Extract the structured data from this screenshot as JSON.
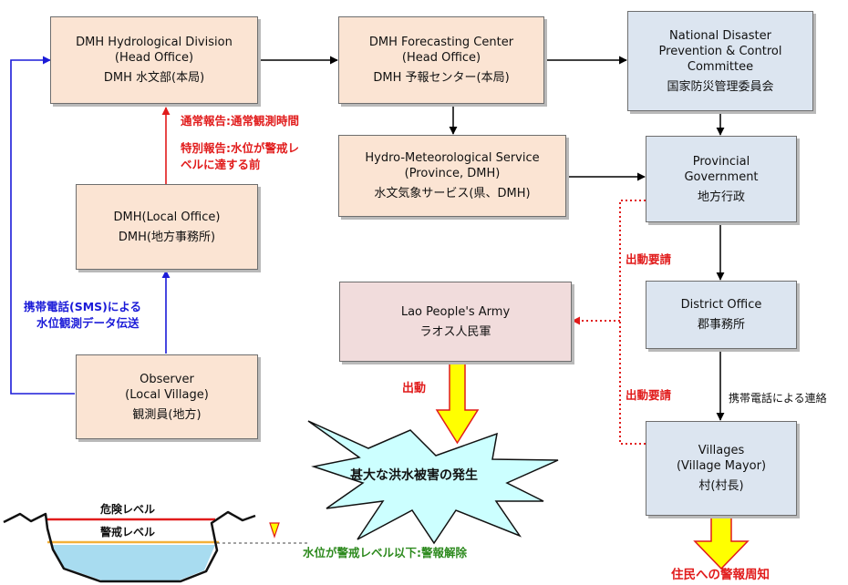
{
  "boxes": {
    "hydro_div": {
      "line1": "DMH Hydrological Division",
      "line2": "(Head Office)",
      "jp": "DMH 水文部(本局)"
    },
    "forecast": {
      "line1": "DMH Forecasting Center",
      "line2": "(Head Office)",
      "jp": "DMH 予報センター(本局)"
    },
    "ndpcc": {
      "line1": "National Disaster",
      "line2": "Prevention & Control",
      "line3": "Committee",
      "jp": "国家防災管理委員会"
    },
    "hms": {
      "line1": "Hydro-Meteorological Service",
      "line2": "(Province, DMH)",
      "jp": "水文気象サービス(県、DMH)"
    },
    "provincial": {
      "line1": "Provincial",
      "line2": "Government",
      "jp": "地方行政"
    },
    "local_office": {
      "line1": "DMH(Local Office)",
      "jp": "DMH(地方事務所)"
    },
    "army": {
      "line1": "Lao People's Army",
      "jp": "ラオス人民軍"
    },
    "district": {
      "line1": "District Office",
      "jp": "郡事務所"
    },
    "observer": {
      "line1": "Observer",
      "line2": "(Local Village)",
      "jp": "観測員(地方)"
    },
    "villages": {
      "line1": "Villages",
      "line2": "(Village Mayor)",
      "jp": "村(村長)"
    }
  },
  "labels": {
    "normal_report": "通常報告:通常観測時間",
    "special_report_1": "特別報告:水位が警戒レ",
    "special_report_2": "ベルに達する前",
    "sms_1": "携帯電話(SMS)による",
    "sms_2": "水位観測データ伝送",
    "dispatch_request_1": "出動要請",
    "dispatch_request_2": "出動要請",
    "dispatch": "出動",
    "phone_contact": "携帯電話による連絡",
    "disaster": "甚大な洪水被害の発生",
    "danger_level": "危険レベル",
    "warning_level": "警戒レベル",
    "release": "水位が警戒レベル以下:警報解除",
    "public_warning": "住民への警報周知"
  },
  "colors": {
    "peach": "#fbe4d3",
    "light_blue": "#dce5f0",
    "army_pink": "#f1dcdc",
    "red": "#e11b1b",
    "blue": "#1b1bd8",
    "green": "#2d8a1e",
    "yellow": "#ffff00",
    "water": "#a8dcf0"
  }
}
